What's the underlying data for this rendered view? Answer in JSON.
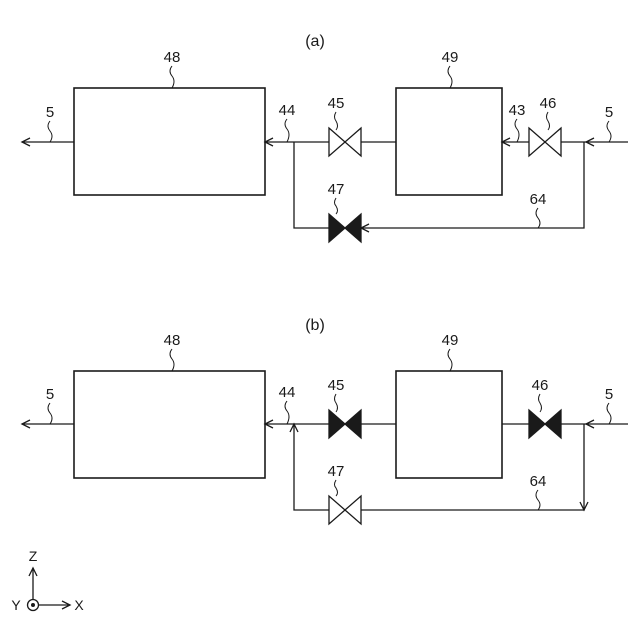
{
  "panel_a": {
    "label": "(a)",
    "box_left": "48",
    "box_right": "49",
    "outlet_left": "5",
    "inlet_right": "5",
    "pipe_44": "44",
    "pipe_43": "43",
    "valve_45": "45",
    "valve_46": "46",
    "valve_47": "47",
    "bypass_64": "64",
    "valve_45_state": "open",
    "valve_46_state": "open",
    "valve_47_state": "closed"
  },
  "panel_b": {
    "label": "(b)",
    "box_left": "48",
    "box_right": "49",
    "outlet_left": "5",
    "inlet_right": "5",
    "pipe_44": "44",
    "valve_45": "45",
    "valve_46": "46",
    "valve_47": "47",
    "bypass_64": "64",
    "valve_45_state": "closed",
    "valve_46_state": "closed",
    "valve_47_state": "open"
  },
  "axes": {
    "z": "Z",
    "y": "Y",
    "x": "X"
  },
  "colors": {
    "ink": "#1a1a1a",
    "background": "#ffffff"
  }
}
